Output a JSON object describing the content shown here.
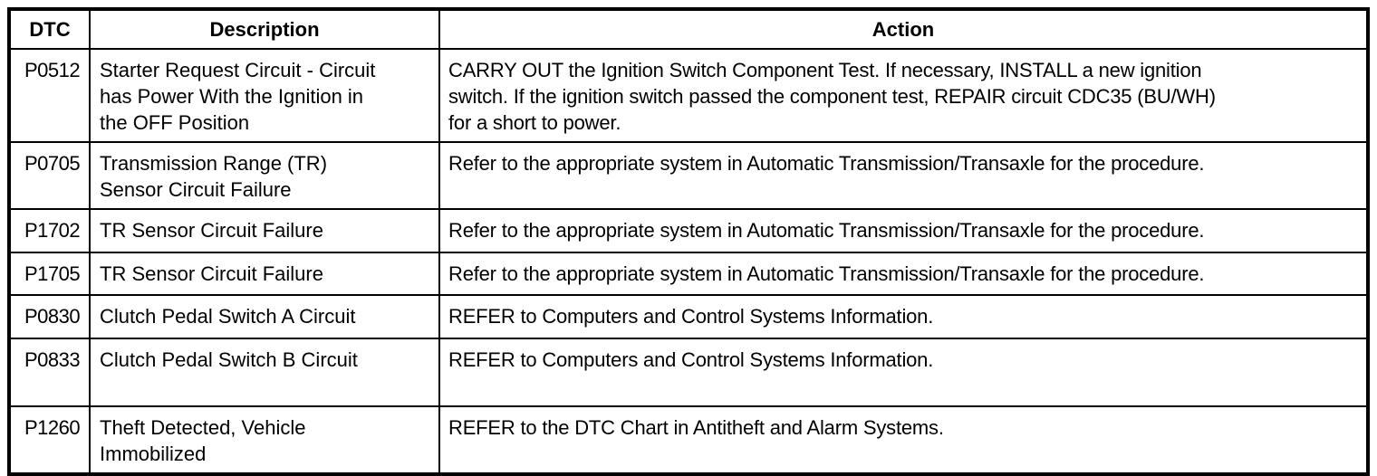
{
  "colors": {
    "border": "#000000",
    "text": "#000000",
    "background": "#ffffff"
  },
  "table": {
    "columns": [
      {
        "key": "dtc",
        "label": "DTC"
      },
      {
        "key": "description",
        "label": "Description"
      },
      {
        "key": "action",
        "label": "Action"
      }
    ],
    "rows": [
      {
        "dtc": "P0512",
        "description": "Starter Request Circuit - Circuit\nhas Power With the Ignition in\nthe OFF Position",
        "action": "CARRY OUT the Ignition Switch Component Test. If necessary, INSTALL a new ignition\nswitch. If the ignition switch passed the component test, REPAIR circuit CDC35 (BU/WH)\nfor a short to power."
      },
      {
        "dtc": "P0705",
        "description": "Transmission Range (TR)\nSensor Circuit Failure",
        "action": "Refer to the appropriate system in Automatic Transmission/Transaxle for the procedure."
      },
      {
        "dtc": "P1702",
        "description": "TR Sensor Circuit Failure",
        "action": "Refer to the appropriate system in Automatic Transmission/Transaxle for the procedure."
      },
      {
        "dtc": "P1705",
        "description": "TR Sensor Circuit Failure",
        "action": "Refer to the appropriate system in Automatic Transmission/Transaxle for the procedure."
      },
      {
        "dtc": "P0830",
        "description": "Clutch Pedal Switch A Circuit",
        "action": "REFER to Computers and Control Systems Information."
      },
      {
        "dtc": "P0833",
        "description": "Clutch Pedal Switch B Circuit",
        "action": "REFER to Computers and Control Systems Information."
      },
      {
        "dtc": "P1260",
        "description": "Theft Detected, Vehicle\nImmobilized",
        "action": "REFER to the DTC Chart in Antitheft and Alarm Systems."
      }
    ]
  }
}
